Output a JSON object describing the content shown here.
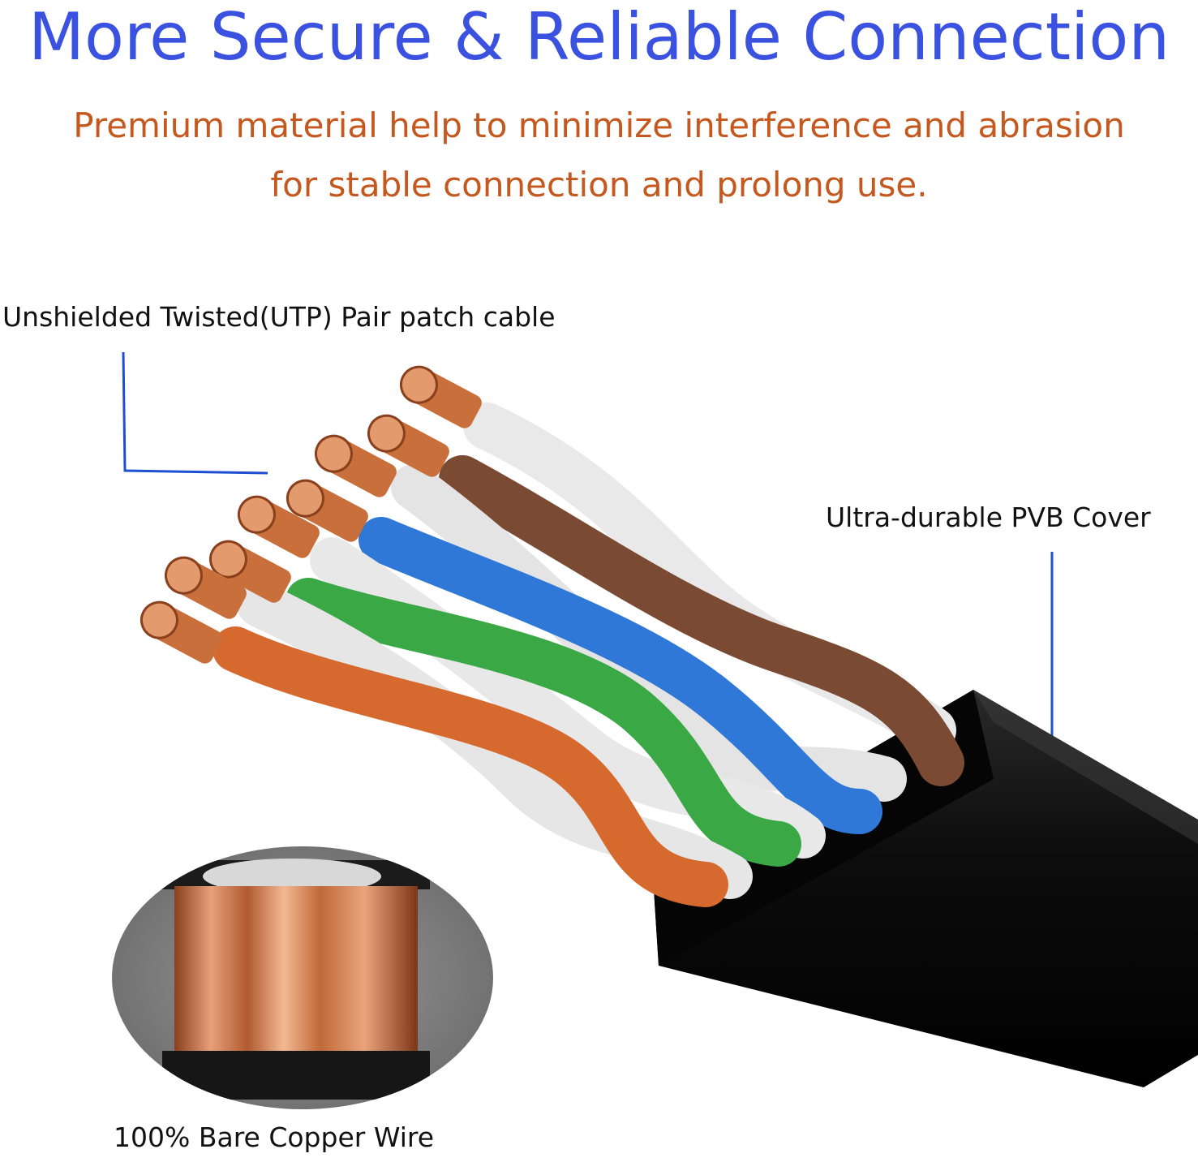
{
  "headline": "More Secure & Reliable Connection",
  "subtitle_line1": "Premium material help to minimize interference and abrasion",
  "subtitle_line2": "for stable connection and prolong use.",
  "labels": {
    "utp": "Unshielded Twisted(UTP) Pair patch cable",
    "cover": "Ultra-durable PVB Cover",
    "copper": "100% Bare Copper Wire"
  },
  "colors": {
    "headline": "#3b52e0",
    "subtitle": "#c4581e",
    "callout_line": "#1f4fd0",
    "jacket": "#0c0c0c",
    "wire_brown": "#7a4a33",
    "wire_blue": "#2f78d8",
    "wire_green": "#3aa845",
    "wire_orange": "#d66a2e",
    "wire_white": "#eeeeee",
    "copper": "#cf7a45"
  }
}
